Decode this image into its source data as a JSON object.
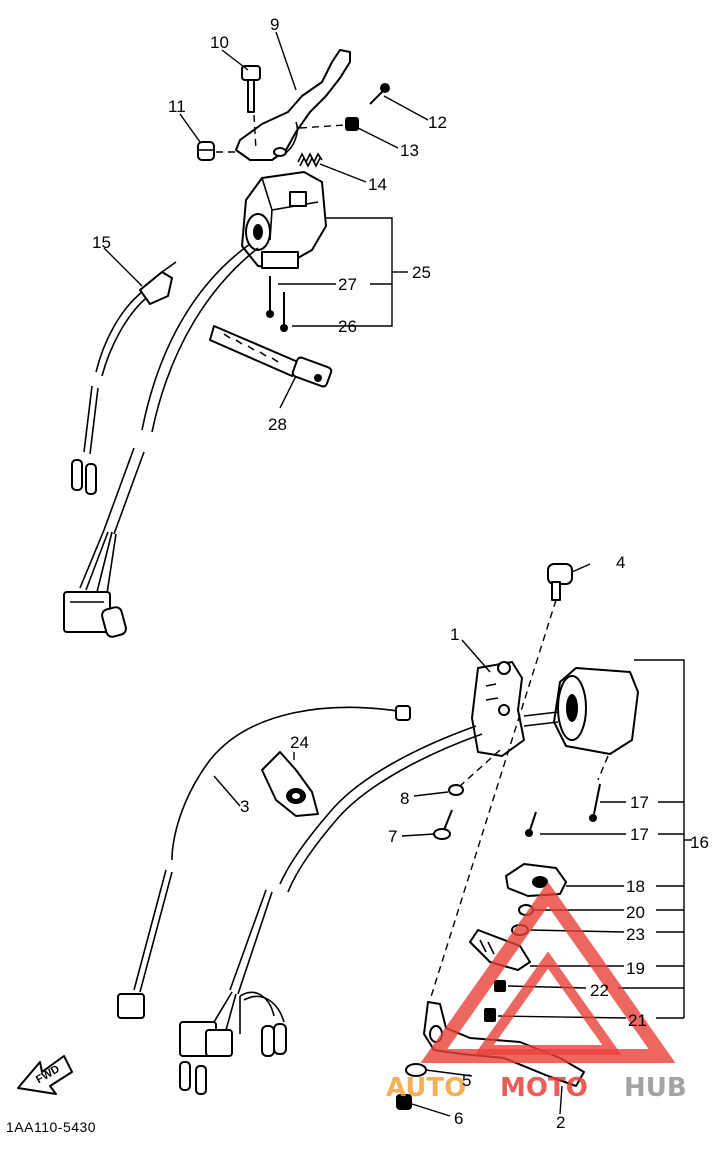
{
  "diagram_code": "1AA110-5430",
  "forward_label": "FWD",
  "watermark": {
    "part1": "AUTO",
    "part2": "MOTO",
    "part3": "HUB"
  },
  "callouts": {
    "c1": "1",
    "c2": "2",
    "c3": "3",
    "c4": "4",
    "c5": "5",
    "c6": "6",
    "c7": "7",
    "c8": "8",
    "c9": "9",
    "c10": "10",
    "c11": "11",
    "c12": "12",
    "c13": "13",
    "c14": "14",
    "c15": "15",
    "c16": "16",
    "c17a": "17",
    "c17b": "17",
    "c18": "18",
    "c19": "19",
    "c20": "20",
    "c21": "21",
    "c22": "22",
    "c23": "23",
    "c24": "24",
    "c25": "25",
    "c26": "26",
    "c27": "27",
    "c28": "28"
  }
}
